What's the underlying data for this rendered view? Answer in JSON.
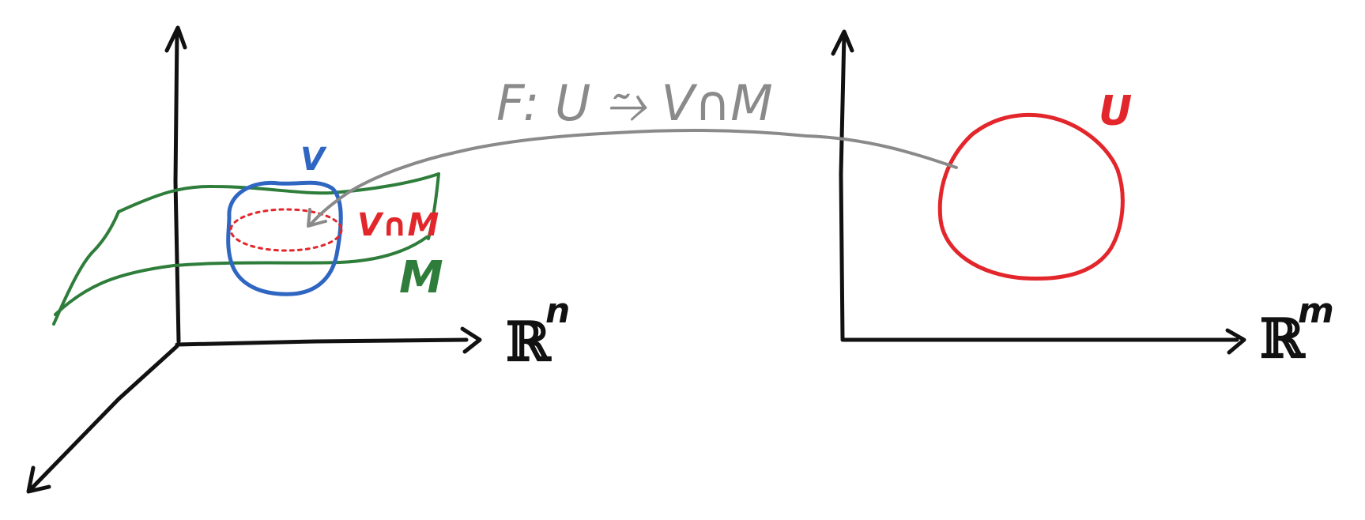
{
  "colors": {
    "ink": "#111111",
    "manifold": "#2e7d3a",
    "neighborhood": "#2f66c2",
    "domain": "#e3262b",
    "map": "#8a8a8a"
  },
  "left_panel": {
    "space_label": "ℝ",
    "space_exponent": "n",
    "manifold_label": "M",
    "neighborhood_label": "V",
    "intersection_label": "V∩M"
  },
  "right_panel": {
    "space_label": "ℝ",
    "space_exponent": "m",
    "domain_label": "U"
  },
  "map_label": "F: U ⥲ V∩M"
}
